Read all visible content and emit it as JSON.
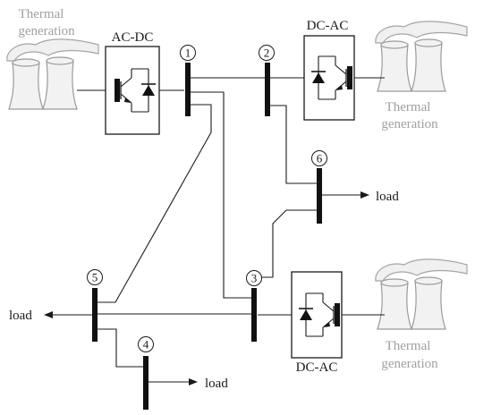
{
  "plants": {
    "top_left": {
      "line1": "Thermal",
      "line2": "generation"
    },
    "top_right": {
      "line1": "Thermal",
      "line2": "generation"
    },
    "bottom_right": {
      "line1": "Thermal",
      "line2": "generation"
    }
  },
  "converters": {
    "acdc": {
      "label": "AC-DC"
    },
    "dcac_top": {
      "label": "DC-AC"
    },
    "dcac_bottom": {
      "label": "DC-AC"
    }
  },
  "buses": [
    "1",
    "2",
    "3",
    "4",
    "5",
    "6"
  ],
  "loads": {
    "bus6": "load",
    "bus5": "load",
    "bus4": "load"
  },
  "colors": {
    "line": "#1a1a1a",
    "plant_label": "#a0a0a0",
    "plant_fill": "#f2f2f2"
  }
}
